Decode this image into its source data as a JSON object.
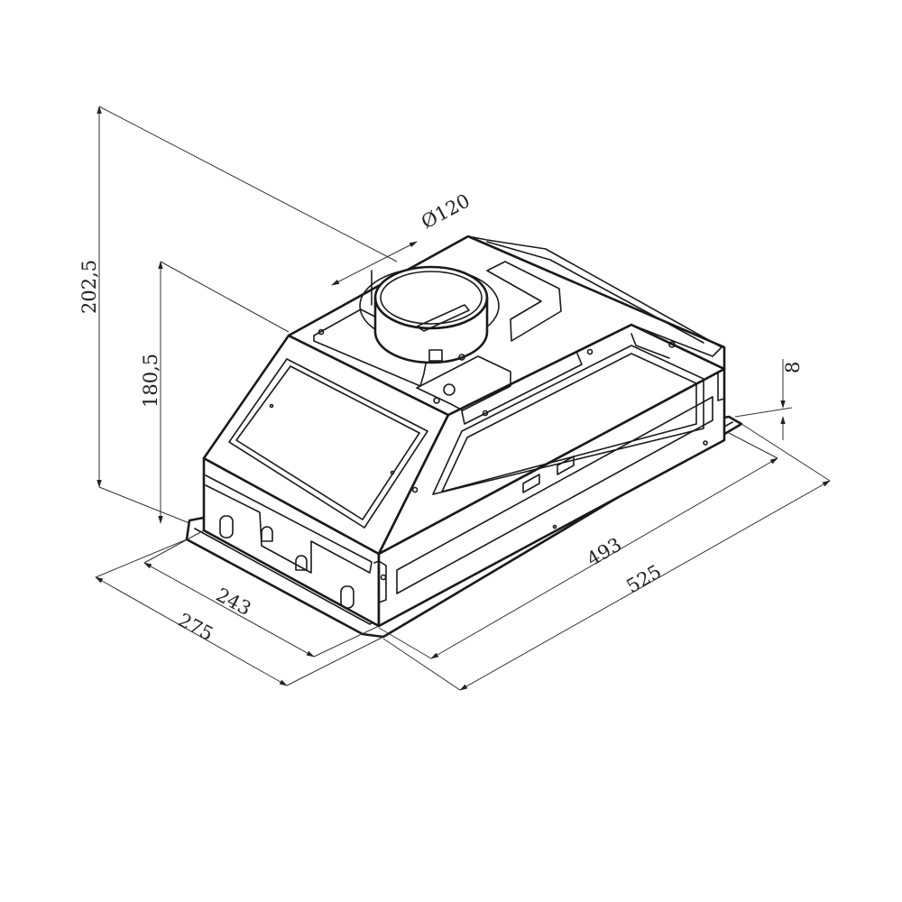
{
  "dimensions": {
    "height_total": "202,5",
    "height_body": "180,5",
    "duct_diameter": "Ø120",
    "flange_thickness": "8",
    "depth_body": "243",
    "depth_total": "275",
    "width_body": "493",
    "width_total": "525"
  },
  "colors": {
    "line": "#1a1a1a",
    "background": "#ffffff"
  }
}
